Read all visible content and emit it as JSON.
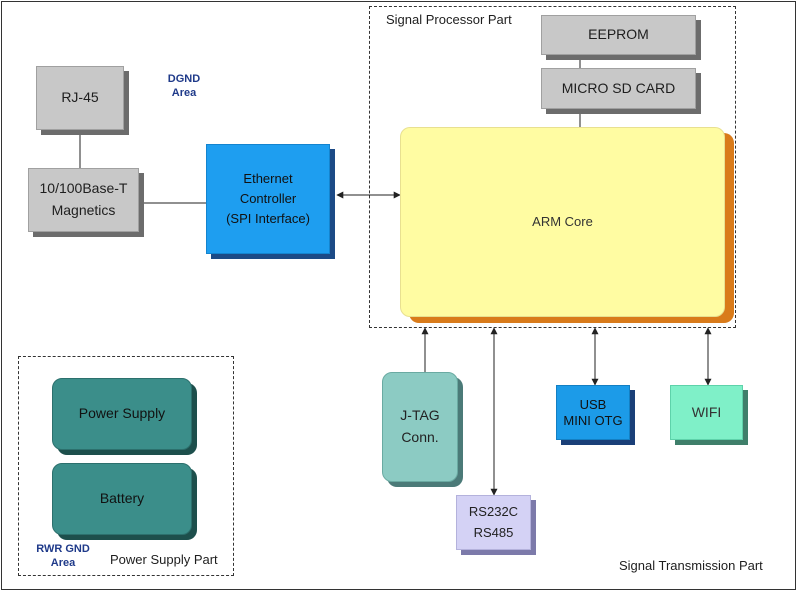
{
  "regions": {
    "signal_processor": "Signal Processor Part",
    "power_supply": "Power Supply Part",
    "signal_transmission": "Signal Transmission Part"
  },
  "notes": {
    "dgnd": [
      "DGND",
      "Area"
    ],
    "rwr_gnd": [
      "RWR GND",
      "Area"
    ]
  },
  "blocks": {
    "rj45": [
      "RJ-45"
    ],
    "magnetics": [
      "10/100Base-T",
      "Magnetics"
    ],
    "ethernet": [
      "Ethernet",
      "Controller",
      "(SPI Interface)"
    ],
    "eeprom": [
      "EEPROM"
    ],
    "sdcard": [
      "MICRO SD CARD"
    ],
    "arm": [
      "ARM Core"
    ],
    "jtag": [
      "J-TAG",
      "Conn."
    ],
    "usb": [
      "USB",
      "MINI OTG"
    ],
    "wifi": [
      "WIFI"
    ],
    "rs232": [
      "RS232C",
      "RS485"
    ],
    "power_supply": [
      "Power Supply"
    ],
    "battery": [
      "Battery"
    ]
  }
}
